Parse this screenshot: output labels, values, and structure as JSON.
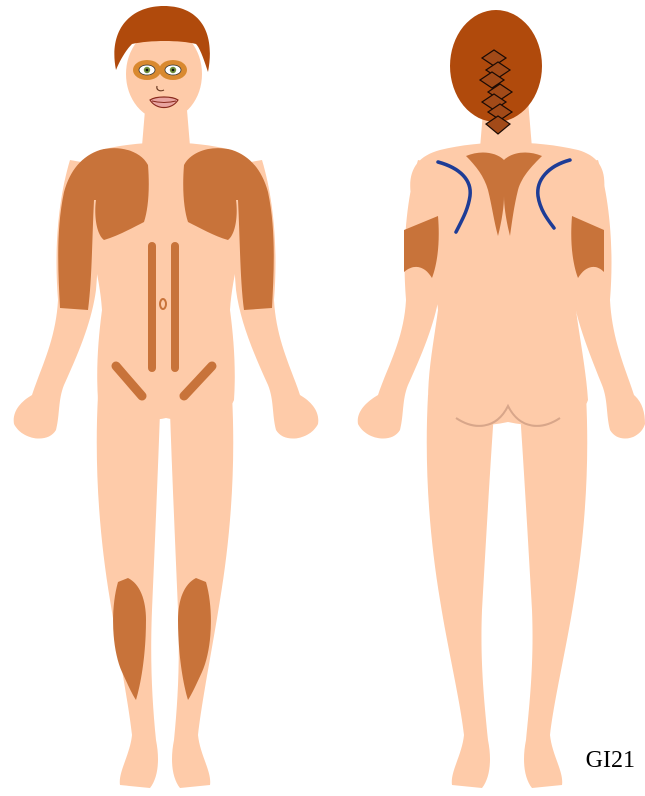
{
  "figure_code": "GI21",
  "colors": {
    "skin": "#FECBA9",
    "highlight": "#C8733A",
    "hair": "#B04A0C",
    "braid": "#A24A18",
    "scapula_line": "#1E3C96",
    "eye_ring": "#D9892F",
    "iris": "#6E8E3A",
    "lips": "#E9A4A0",
    "mouth": "#8A2B1E",
    "glute_line": "#D8A68A"
  },
  "views": [
    {
      "id": "front",
      "highlighted_regions": [
        "periorbital",
        "shoulders",
        "upper-arms",
        "abdomen",
        "groin",
        "calves"
      ]
    },
    {
      "id": "back",
      "highlighted_regions": [
        "upper-back",
        "upper-arms"
      ]
    }
  ]
}
